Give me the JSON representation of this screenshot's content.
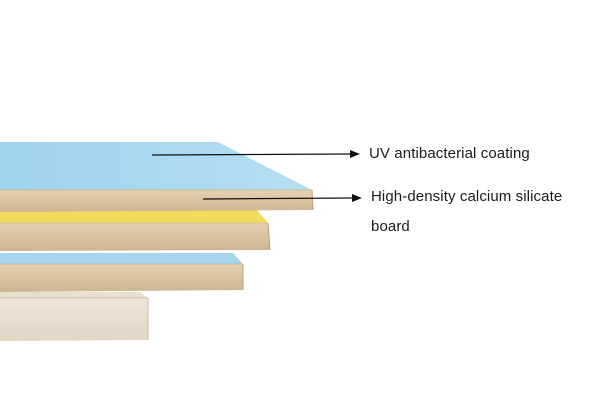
{
  "annotations": {
    "coating_label": "UV antibacterial coating",
    "board_label_line1": "High-density calcium silicate",
    "board_label_line2": "board"
  },
  "colors": {
    "background": "#ffffff",
    "uv_coating": "#a9d8ef",
    "board_core": "#ddc7a6",
    "yellow_coating": "#f3de62",
    "plain_board": "#eee4d6",
    "label_text": "#1a1a1a",
    "arrow": "#111111"
  }
}
